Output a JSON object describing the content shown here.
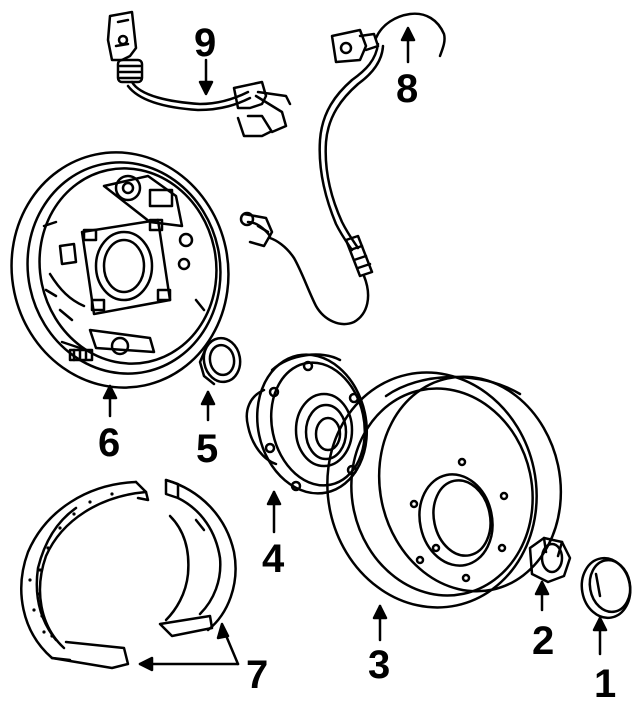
{
  "callouts": [
    {
      "id": "1",
      "label": "1",
      "part": "dust-cap"
    },
    {
      "id": "2",
      "label": "2",
      "part": "hub-nut"
    },
    {
      "id": "3",
      "label": "3",
      "part": "brake-drum"
    },
    {
      "id": "4",
      "label": "4",
      "part": "hub-and-bearing"
    },
    {
      "id": "5",
      "label": "5",
      "part": "seal"
    },
    {
      "id": "6",
      "label": "6",
      "part": "backing-plate"
    },
    {
      "id": "7",
      "label": "7",
      "part": "brake-shoes"
    },
    {
      "id": "8",
      "label": "8",
      "part": "abs-speed-sensor"
    },
    {
      "id": "9",
      "label": "9",
      "part": "brake-hose"
    }
  ],
  "colors": {
    "line": "#000000",
    "background": "#ffffff"
  }
}
